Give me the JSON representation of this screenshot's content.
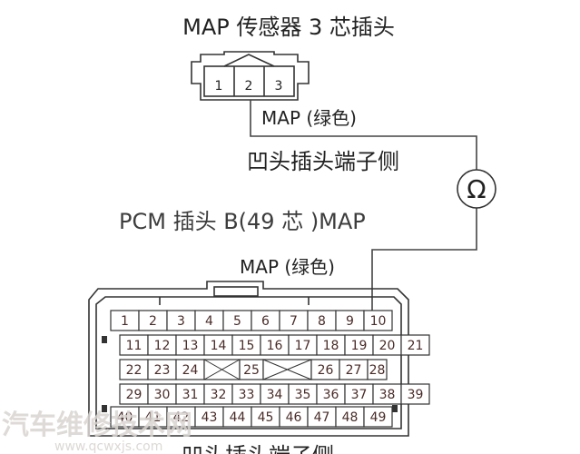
{
  "sensor_connector": {
    "title": "MAP 传感器 3 芯插头",
    "pins": [
      "1",
      "2",
      "3"
    ],
    "wire_label": "MAP (绿色)",
    "terminal_side_label": "凹头插头端子侧"
  },
  "meter": {
    "symbol": "Ω"
  },
  "pcm_connector": {
    "title": "PCM 插头 B(49 芯 )MAP",
    "wire_label": "MAP (绿色)",
    "terminal_side_label": "凹头插头端子侧",
    "pins": [
      "1",
      "2",
      "3",
      "4",
      "5",
      "6",
      "7",
      "8",
      "9",
      "10",
      "11",
      "12",
      "13",
      "14",
      "15",
      "16",
      "17",
      "18",
      "19",
      "20",
      "21",
      "22",
      "23",
      "24",
      "25",
      "26",
      "27",
      "28",
      "29",
      "30",
      "31",
      "32",
      "33",
      "34",
      "35",
      "36",
      "37",
      "38",
      "39",
      "40",
      "41",
      "42",
      "43",
      "44",
      "45",
      "46",
      "47",
      "48",
      "49"
    ]
  },
  "watermark": {
    "brand": "汽车维修技术网",
    "url": "www.qcwxjs.com"
  },
  "colors": {
    "line": "#333333",
    "pin_text": "#4a2c28",
    "watermark": "#d7d2cf"
  }
}
